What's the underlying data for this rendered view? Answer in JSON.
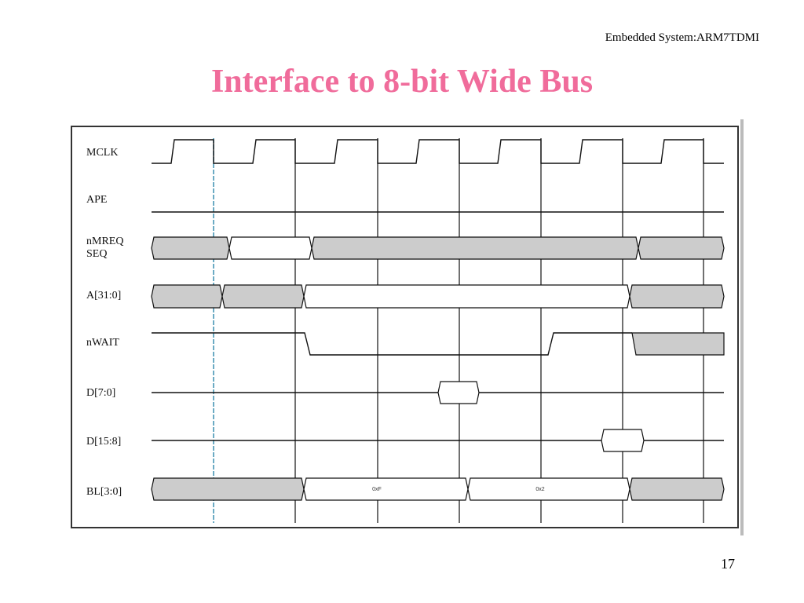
{
  "header": {
    "text": "Embedded System:ARM7TDMI"
  },
  "title": "Interface to 8-bit Wide Bus",
  "page_number": "17",
  "colors": {
    "title": "#f06c9b",
    "invalid_fill": "#cccccc",
    "line": "#111111",
    "marker": "#3c8fb0"
  },
  "signals": [
    {
      "id": "mclk",
      "label": "MCLK"
    },
    {
      "id": "ape",
      "label": "APE"
    },
    {
      "id": "nmreq",
      "label": "nMREQ",
      "label2": "SEQ"
    },
    {
      "id": "addr",
      "label": "A[31:0]"
    },
    {
      "id": "nwait",
      "label": "nWAIT"
    },
    {
      "id": "d7",
      "label": "D[7:0]"
    },
    {
      "id": "d15",
      "label": "D[15:8]"
    },
    {
      "id": "bl",
      "label": "BL[3:0]",
      "values": [
        "0xF",
        "0x2"
      ]
    }
  ]
}
